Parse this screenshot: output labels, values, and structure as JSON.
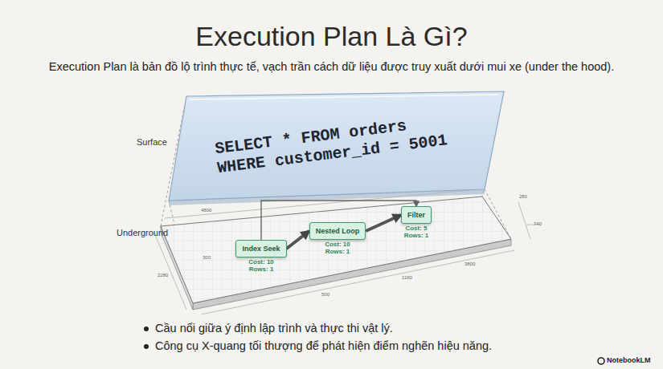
{
  "diagram": {
    "title": "Execution Plan Là Gì?",
    "caption": "Execution Plan là bản đồ lộ trình thực tế, vạch trần cách dữ liệu được truy xuất dưới mui xe (under the hood).",
    "nodes": [
      {
        "text": [
          "SELECT * FROM orders WHERE customer_id = 5001"
        ]
      },
      {
        "text": [
          "Index Seek",
          "Cost: 10 Rows: 1"
        ]
      },
      {
        "text": [
          "Nested Loop",
          "Cost: 10 Rows: 1"
        ]
      },
      {
        "text": [
          "Filter",
          "Cost: 5 Rows: 1"
        ]
      }
    ],
    "edges": [
      {
        "from": 1,
        "to": 2,
        "arrow": "to"
      },
      {
        "from": 2,
        "to": 3,
        "arrow": "to"
      },
      {
        "from": 1,
        "to": 3,
        "arrow": "to"
      }
    ],
    "labels": [
      "Surface",
      "Underground",
      "4800",
      "280",
      "740",
      "2280",
      "500",
      "1160",
      "3800",
      "300",
      "Cầu nối giữa ý định lập trình và thực thi vật lý.",
      "Công cụ X-quang tối thượng để phát hiện điểm nghẽn hiệu năng.",
      "NotebookLM"
    ]
  }
}
